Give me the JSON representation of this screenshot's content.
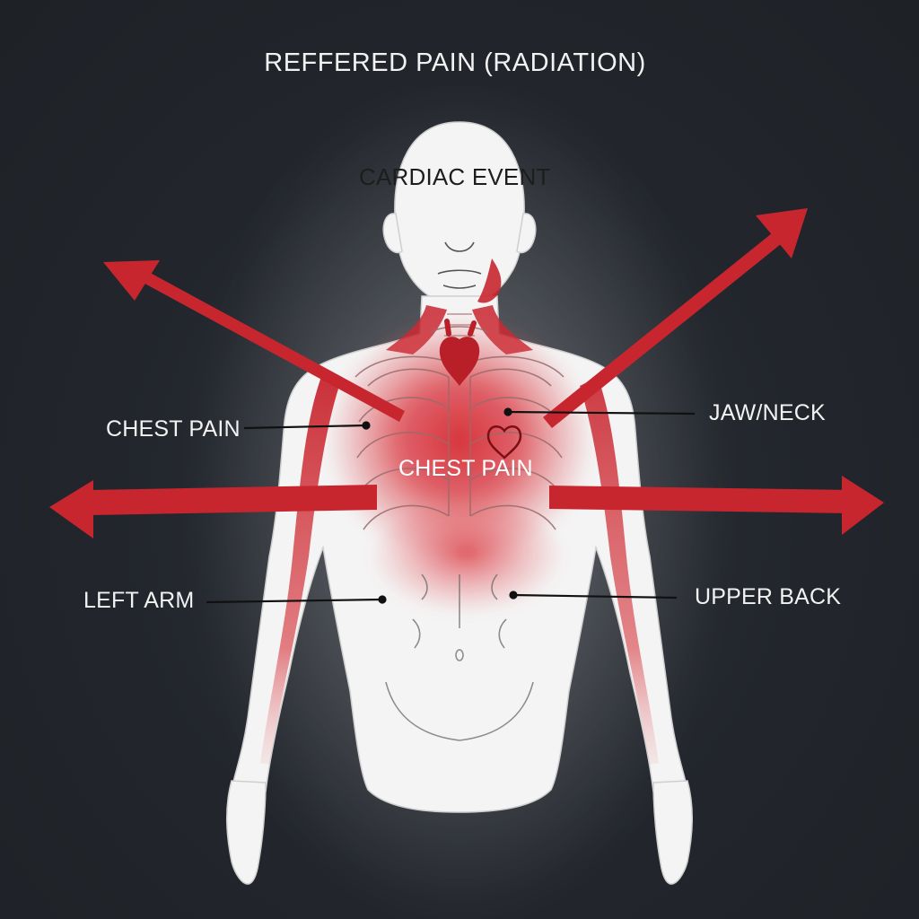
{
  "title": "REFFERED PAIN (RADIATION)",
  "labels": {
    "cardiac_event": "CARDIAC EVENT",
    "chest_pain_center": "CHEST PAIN",
    "chest_pain_left": "CHEST PAIN",
    "left_arm": "LEFT ARM",
    "jaw_neck": "JAW/NECK",
    "upper_back": "UPPER BACK"
  },
  "colors": {
    "background": "#22262c",
    "arrow": "#c8262f",
    "body": "#f4f4f4",
    "pain_glow": "#d62a33",
    "label_text": "#f2f2f2",
    "leader_line": "#111111"
  },
  "icons": {
    "heart": "heart-outline-icon"
  }
}
